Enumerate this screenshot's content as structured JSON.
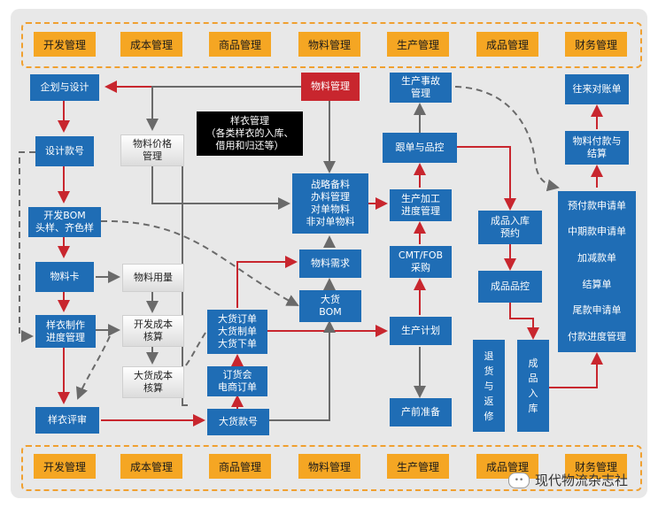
{
  "top_tabs": [
    "开发管理",
    "成本管理",
    "商品管理",
    "物料管理",
    "生产管理",
    "成品管理",
    "财务管理"
  ],
  "bottom_tabs": [
    "开发管理",
    "成本管理",
    "商品管理",
    "物料管理",
    "生产管理",
    "成品管理",
    "财务管理"
  ],
  "nodes": {
    "planning_design": "企划与设计",
    "design_style_no": "设计款号",
    "dev_bom": "开发BOM\n头样、齐色样",
    "material_card": "物料卡",
    "sample_progress": "样衣制作\n进度管理",
    "sample_review": "样衣评审",
    "material_price": "物料价格\n管理",
    "material_usage": "物料用量",
    "dev_cost": "开发成本\n核算",
    "bulk_cost": "大货成本\n核算",
    "sample_mgmt": "样衣管理\n（各类样衣的入库、\n借用和归还等）",
    "material_mgmt": "物料管理",
    "strategic_material": "战略备料\n办料管理\n对单物料\n非对单物料",
    "material_demand": "物料需求",
    "bulk_bom": "大货\nBOM",
    "bulk_orders": "大货订单\n大货制单\n大货下单",
    "order_meeting": "订货会\n电商订单",
    "bulk_style_no": "大货款号",
    "production_incident": "生产事故\n管理",
    "tracking_qc": "跟单与品控",
    "processing_progress": "生产加工\n进度管理",
    "cmt_fob": "CMT/FOB\n采购",
    "production_plan": "生产计划",
    "pre_production": "产前准备",
    "fg_inbound_booking": "成品入库\n预约",
    "fg_qc": "成品品控",
    "return_repair": "退货与返修",
    "fg_inbound": "成品入库",
    "ar_ap_reconcile": "往来对账单",
    "material_payment": "物料付款与\n结算",
    "finance_list": [
      "预付款申请单",
      "中期款申请单",
      "加减款单",
      "结算单",
      "尾款申请单",
      "付款进度管理"
    ]
  },
  "watermark": "现代物流杂志社",
  "colors": {
    "blue": "#1f6db5",
    "red": "#c8262e",
    "orange": "#f5a623",
    "black": "#000000",
    "grey_line": "#6a6a6a"
  }
}
